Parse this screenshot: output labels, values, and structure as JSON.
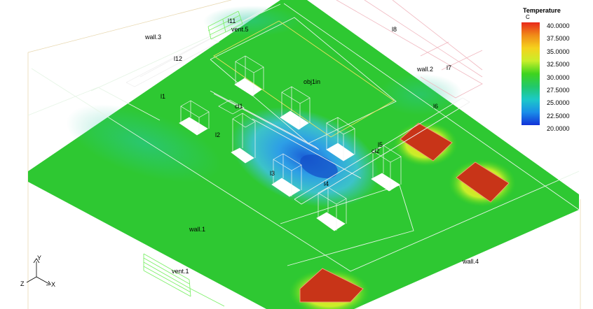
{
  "scene": {
    "labels": {
      "wall3": "wall.3",
      "wall2": "wall.2",
      "wall1": "wall.1",
      "wall4": "wall.4",
      "vent5": "vent.5",
      "vent1": "vent.1",
      "l11": "l11",
      "l12": "l12",
      "l1": "l1",
      "l2": "l2",
      "l3": "l3",
      "l4": "l4",
      "l5": "l5",
      "l6": "l6",
      "l7": "l7",
      "l8": "l8",
      "cl1": "cl1",
      "cl2": "cl2",
      "obj": "obj1in"
    }
  },
  "legend": {
    "title": "Temperature",
    "unit": "C",
    "values": [
      "40.0000",
      "37.5000",
      "35.0000",
      "32.5000",
      "30.0000",
      "27.5000",
      "25.0000",
      "22.5000",
      "20.0000"
    ],
    "colors": [
      "#e8281a",
      "#f08b18",
      "#f5d21c",
      "#c9ee2a",
      "#3ed41e",
      "#22c86a",
      "#1cc9c8",
      "#1a8ee8",
      "#1232d8"
    ]
  },
  "axis": {
    "x": "X",
    "y": "Y",
    "z": "Z"
  },
  "colors": {
    "floor": "#2ec832",
    "hot": "#c83418",
    "cool": "#1a8ee8"
  }
}
